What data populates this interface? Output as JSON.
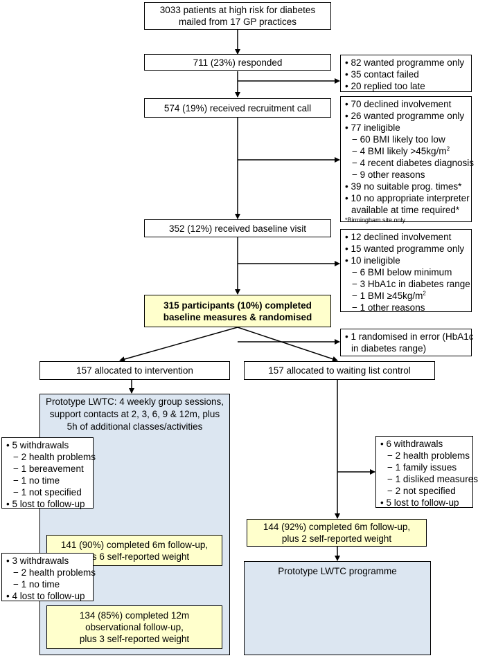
{
  "enrolment": {
    "mailed": [
      "3033 patients at high risk for diabetes",
      "mailed from 17 GP practices"
    ],
    "responded": "711 (23%) responded",
    "responded_exclusions": [
      "82 wanted programme only",
      "35 contact failed",
      "20 replied too late"
    ],
    "recruitment_call": "574 (19%) received recruitment call",
    "call_exclusions": {
      "declined": "70 declined involvement",
      "wanted": "26 wanted programme only",
      "ineligible": "77 ineligible",
      "ineligible_bmi_low": "60 BMI likely too low",
      "ineligible_bmi_high_prefix": "4 BMI likely >45kg/m",
      "ineligible_bmi_high_sup": "2",
      "ineligible_recent": "4 recent diabetes diagnosis",
      "ineligible_other": "9 other reasons",
      "no_times": "39 no suitable prog. times*",
      "no_interpreter_1": "10 no appropriate interpreter",
      "no_interpreter_2": "available at time required*",
      "note": "*Birmingham site only"
    },
    "baseline_visit": "352 (12%) received baseline visit",
    "baseline_exclusions": {
      "declined": "12 declined involvement",
      "wanted": "15 wanted programme only",
      "ineligible": "10 ineligible",
      "bmi_min": "6 BMI below minimum",
      "hba1c": "3 HbA1c in diabetes range",
      "bmi_high_prefix": "1 BMI ≥45kg/m",
      "bmi_high_sup": "2",
      "other": "1 other reasons"
    },
    "randomised": [
      "315 participants (10%) completed",
      "baseline measures & randomised"
    ],
    "randomised_error": [
      "1 randomised in error (HbA1c",
      "in diabetes range)"
    ]
  },
  "intervention": {
    "allocated": "157 allocated to intervention",
    "description": [
      "Prototype LWTC: 4 weekly group sessions,",
      "support contacts at 2, 3, 6, 9 & 12m, plus",
      "5h of additional classes/activities"
    ],
    "loss_6m": {
      "withdrawals": "5 withdrawals",
      "health": "2 health problems",
      "bereavement": "1 bereavement",
      "no_time": "1 no time",
      "not_specified": "1 not specified",
      "lost": "5 lost to follow-up"
    },
    "followup_6m": [
      "141 (90%) completed 6m follow-up,",
      "plus 6 self-reported weight"
    ],
    "loss_12m": {
      "withdrawals": "3 withdrawals",
      "health": "2 health problems",
      "no_time": "1 no time",
      "lost": "4 lost to follow-up"
    },
    "followup_12m": [
      "134 (85%) completed 12m",
      "observational follow-up,",
      "plus 3 self-reported weight"
    ]
  },
  "control": {
    "allocated": "157 allocated to waiting list control",
    "loss_6m": {
      "withdrawals": "6 withdrawals",
      "health": "2 health problems",
      "family": "1 family issues",
      "disliked": "1 disliked measures",
      "not_specified": "2 not specified",
      "lost": "5 lost to follow-up"
    },
    "followup_6m": [
      "144 (92%) completed 6m follow-up,",
      "plus 2 self-reported weight"
    ],
    "programme": "Prototype LWTC programme"
  }
}
